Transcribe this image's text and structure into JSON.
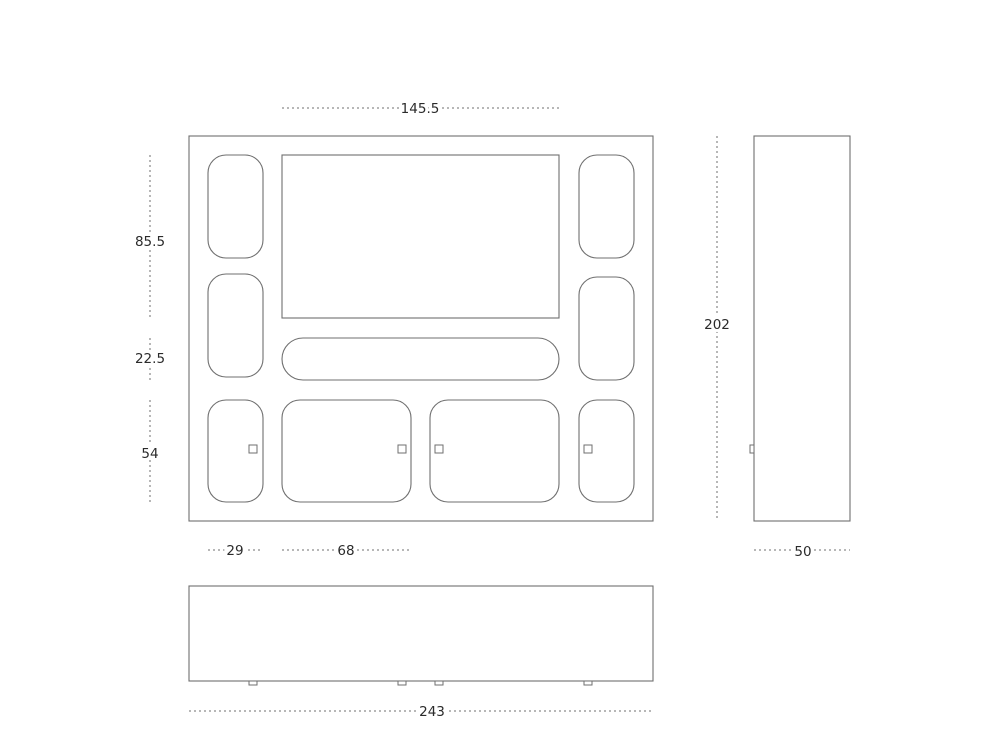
{
  "dimensions": {
    "top_width": "145.5",
    "height_upper": "85.5",
    "height_middle": "22.5",
    "height_lower": "54",
    "total_height": "202",
    "side_column_width": "29",
    "door_width": "68",
    "depth": "50",
    "total_width": "243"
  },
  "colors": {
    "stroke": "#6f6f6f",
    "text": "#2b2b2b",
    "background": "#ffffff"
  }
}
